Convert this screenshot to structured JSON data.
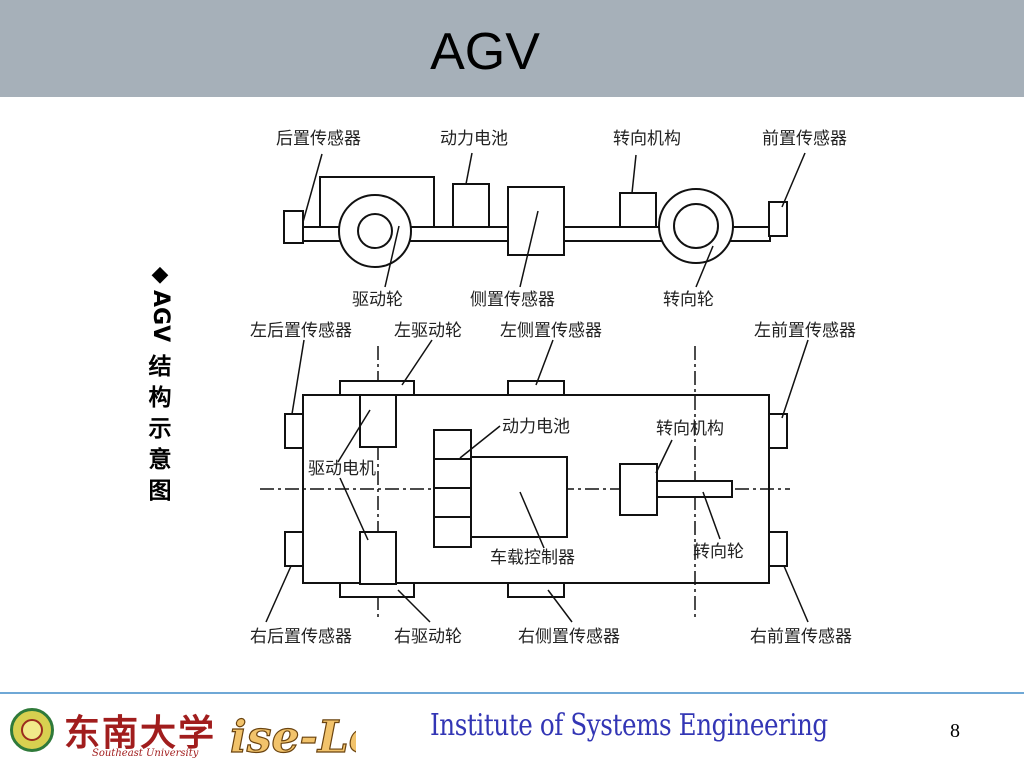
{
  "header": {
    "title": "AGV"
  },
  "side_label": {
    "bullet": "◆",
    "agv": "AGV",
    "chars": [
      "结",
      "构",
      "示",
      "意",
      "图"
    ]
  },
  "side_view": {
    "rear_sensor": "后置传感器",
    "battery": "动力电池",
    "steering_mech": "转向机构",
    "front_sensor": "前置传感器",
    "drive_wheel": "驱动轮",
    "side_sensor": "侧置传感器",
    "steer_wheel": "转向轮"
  },
  "top_view": {
    "left_rear_sensor": "左后置传感器",
    "left_drive_wheel": "左驱动轮",
    "left_side_sensor": "左侧置传感器",
    "left_front_sensor": "左前置传感器",
    "battery": "动力电池",
    "steering_mech": "转向机构",
    "drive_motor": "驱动电机",
    "controller": "车载控制器",
    "steer_wheel": "转向轮",
    "right_rear_sensor": "右后置传感器",
    "right_drive_wheel": "右驱动轮",
    "right_side_sensor": "右侧置传感器",
    "right_front_sensor": "右前置传感器"
  },
  "footer": {
    "institute": "Institute of Systems Engineering",
    "page": "8",
    "university_cn": "东南大学",
    "university_en": "Southeast University",
    "logo_text": "ise-Log"
  },
  "colors": {
    "header_bg": "#a6b0b9",
    "footer_line": "#6fa8d6",
    "footer_text": "#3336b5",
    "university": "#a11d1d"
  }
}
